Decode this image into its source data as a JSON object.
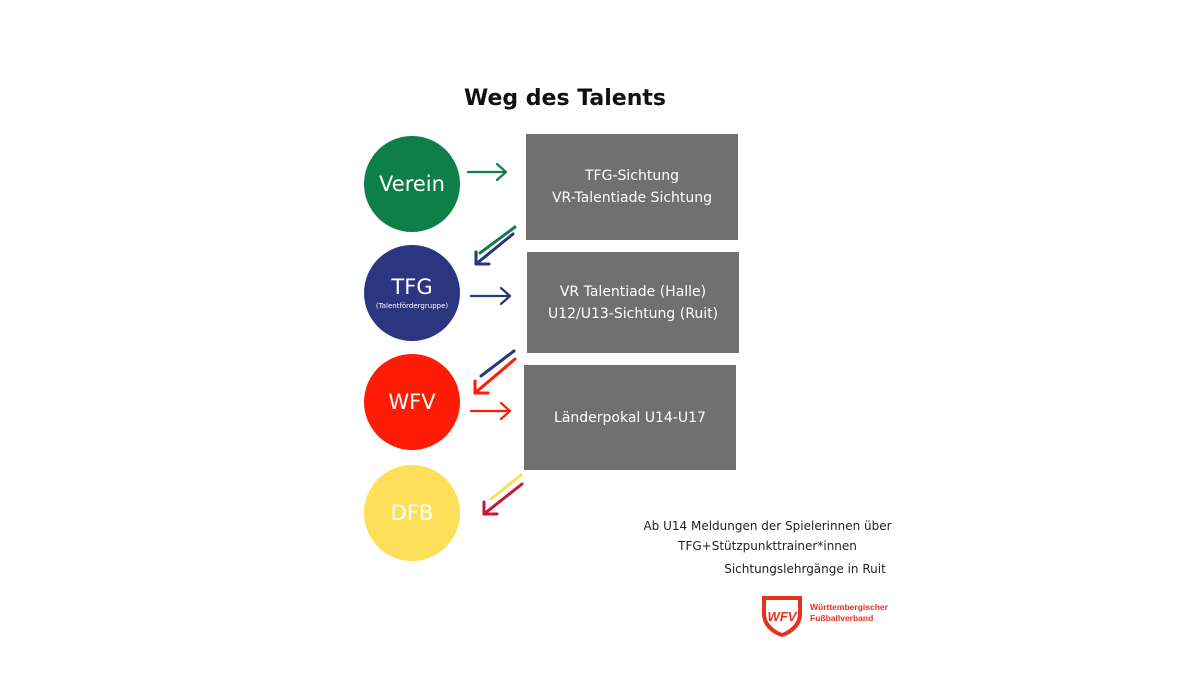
{
  "title": "Weg des Talents",
  "stages": [
    {
      "name": "Verein",
      "subtitle": "",
      "color": "#0e7f48",
      "text_color": "#ffffff"
    },
    {
      "name": "TFG",
      "subtitle": "(Talentfördergruppe)",
      "color": "#2b3580",
      "text_color": "#ffffff"
    },
    {
      "name": "WFV",
      "subtitle": "",
      "color": "#ff1c06",
      "text_color": "#ffffff"
    },
    {
      "name": "DFB",
      "subtitle": "",
      "color": "#fedf5a",
      "text_color": "#ffffff"
    }
  ],
  "boxes": [
    {
      "lines": [
        "TFG-Sichtung",
        "VR-Talentiade Sichtung"
      ],
      "color": "#707070"
    },
    {
      "lines": [
        "VR Talentiade (Halle)",
        "U12/U13-Sichtung (Ruit)"
      ],
      "color": "#707070"
    },
    {
      "lines": [
        "Länderpokal U14-U17"
      ],
      "color": "#707070"
    }
  ],
  "notes": {
    "line1": "Ab U14 Meldungen der Spielerinnen über",
    "line2": "TFG+Stützpunkttrainer*innen",
    "line3": "Sichtungslehrgänge in Ruit"
  },
  "logo": {
    "monogram": "WFV",
    "line1": "Württembergischer",
    "line2": "Fußballverband",
    "color": "#e3321e"
  }
}
